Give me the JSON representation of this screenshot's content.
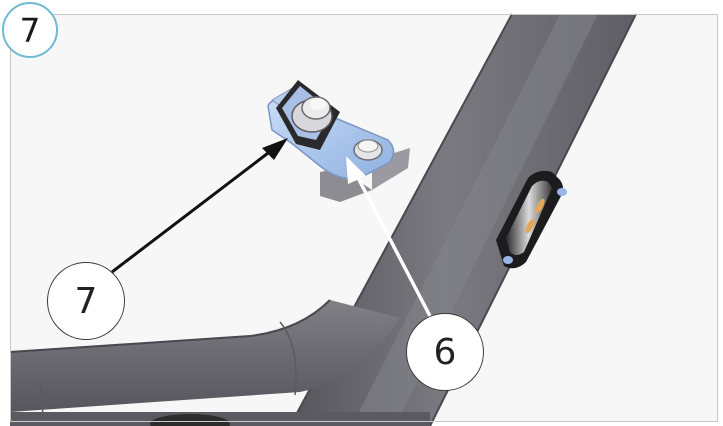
{
  "step": {
    "number": "7"
  },
  "callouts": {
    "left": {
      "label": "7"
    },
    "right": {
      "label": "6"
    }
  },
  "colors": {
    "frame_tube": "#6c6c72",
    "bracket": "#a9c4ec",
    "badge_ring": "#6fb9d2",
    "arrow_dark": "#111111",
    "arrow_light": "#ffffff"
  }
}
